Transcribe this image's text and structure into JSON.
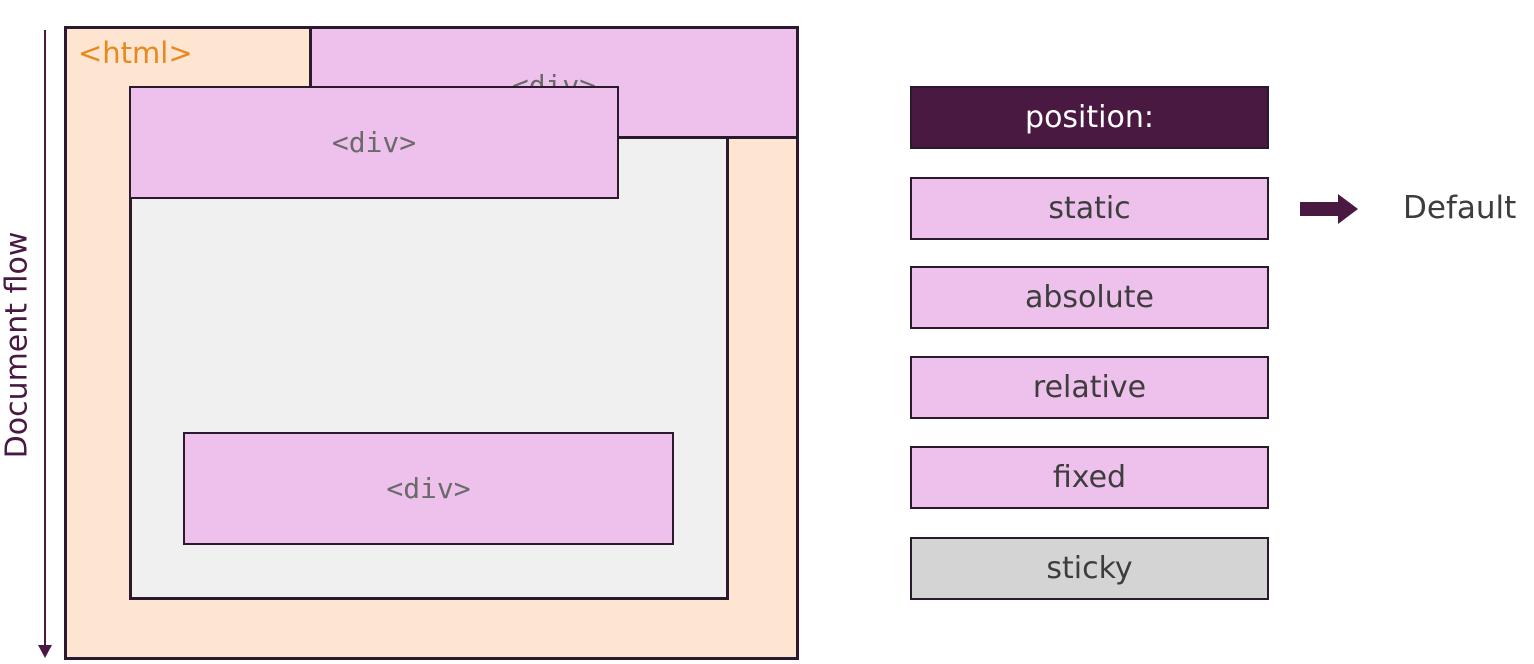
{
  "diagram": {
    "axis_label": "Document flow",
    "html_label": "<html>",
    "div_boxes": [
      "<div>",
      "<div>",
      "<div>"
    ]
  },
  "positions": {
    "header": "position:",
    "items": [
      "static",
      "absolute",
      "relative",
      "fixed",
      "sticky"
    ],
    "default_label": "Default"
  },
  "colors": {
    "html_fill": "#fde5d2",
    "html_label": "#e8891d",
    "body_fill": "#f0f0f0",
    "div_fill": "#edc1ec",
    "header_fill": "#4a1942",
    "sticky_fill": "#d4d4d4",
    "outline": "#2b1a2e"
  }
}
